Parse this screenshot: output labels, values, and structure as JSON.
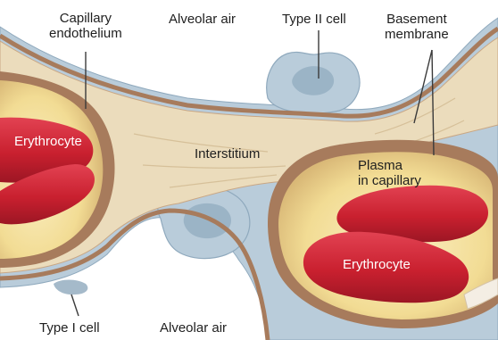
{
  "labels": {
    "capillary_endothelium": {
      "line1": "Capillary",
      "line2": "endothelium"
    },
    "alveolar_air_top": "Alveolar air",
    "type_ii_cell": "Type II cell",
    "basement_membrane": {
      "line1": "Basement",
      "line2": "membrane"
    },
    "erythrocyte_left": "Erythrocyte",
    "interstitium": "Interstitium",
    "plasma_in_capillary": {
      "line1": "Plasma",
      "line2": "in capillary"
    },
    "erythrocyte_right": "Erythrocyte",
    "type_i_cell": "Type I cell",
    "alveolar_air_bottom": "Alveolar air"
  },
  "colors": {
    "epithelium": "#b9ccda",
    "epithelium_edge": "#8fa9bd",
    "membrane": "#a77b5c",
    "interstitium": "#ebdcbc",
    "plasma": "#f2dc94",
    "capillary_inner": "#f7e9b3",
    "erythrocyte": "#d42a3a",
    "erythrocyte_dark": "#a61b2a",
    "leader_line": "#3a3a3a"
  }
}
